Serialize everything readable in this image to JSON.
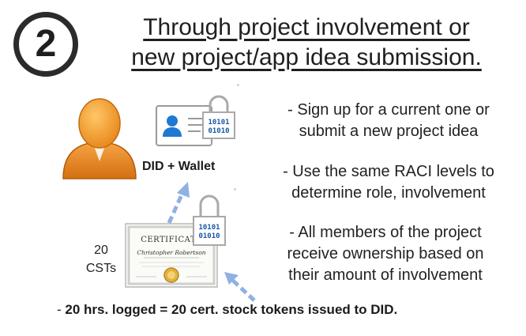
{
  "step": {
    "number": "2"
  },
  "headline": {
    "line1": "Through project involvement or",
    "line2": "new project/app idea submission."
  },
  "identity": {
    "label": "DID + Wallet",
    "lock_bits_line1": "10101",
    "lock_bits_line2": "01010"
  },
  "certificate": {
    "heading": "CERTIFICATE",
    "recipient": "Christopher Robertson",
    "lock_bits_line1": "10101",
    "lock_bits_line2": "01010",
    "count_label_line1": "20",
    "count_label_line2": "CSTs"
  },
  "bullets": [
    {
      "line1": "- Sign up for a current one or",
      "line2": "submit a new project idea"
    },
    {
      "line1": "- Use the same RACI levels to",
      "line2": "determine role, involvement"
    },
    {
      "line1": "- All members of the project",
      "line2": "receive ownership based on",
      "line3": "their amount of involvement"
    }
  ],
  "footer": {
    "prefix": "- ",
    "bold_text": "20 hrs. logged = 20 cert. stock tokens issued to DID."
  },
  "colors": {
    "avatar_orange": "#f29a2e",
    "badge_blue": "#1f78d1",
    "arrow_blue": "#8fb1e3",
    "lock_border": "#a9a9a9"
  },
  "icons": [
    "person-avatar-icon",
    "id-card-icon",
    "padlock-icon",
    "certificate-icon",
    "arrow-icon",
    "medal-seal-icon"
  ]
}
